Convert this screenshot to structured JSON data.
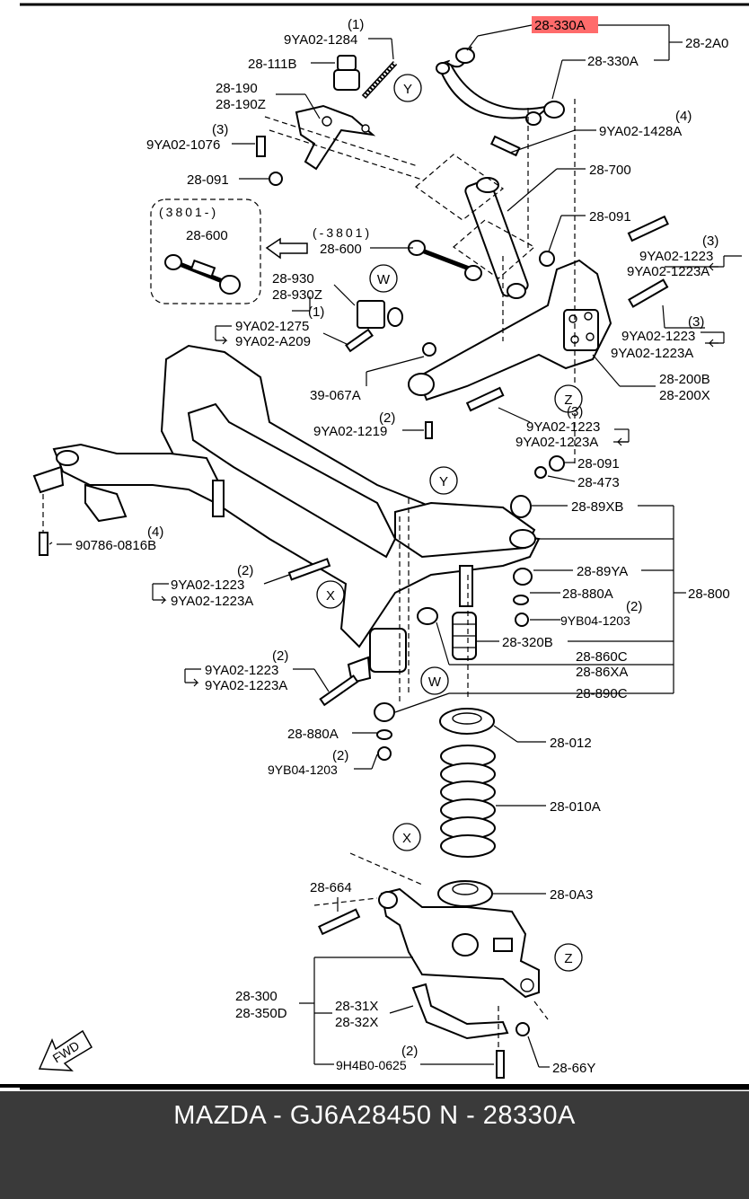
{
  "diagram": {
    "highlight_color": "#ff6b6b",
    "callouts": {
      "y": "Y",
      "w": "W",
      "x": "X",
      "z": "Z"
    },
    "labels": {
      "p28_330A_hl": "28-330A",
      "p28_2A0": "28-2A0",
      "p28_330A": "28-330A",
      "q1a": "(1)",
      "p9YA02_1284": "9YA02-1284",
      "p28_111B": "28-111B",
      "p28_190": "28-190",
      "p28_190Z": "28-190Z",
      "q3a": "(3)",
      "p9YA02_1076": "9YA02-1076",
      "p28_091a": "28-091",
      "q4a": "(4)",
      "p9YA02_1428A": "9YA02-1428A",
      "p28_700": "28-700",
      "p28_091b": "28-091",
      "range1": "(3801-)",
      "p28_600a": "28-600",
      "range2": "(-3801)",
      "p28_600b": "28-600",
      "q3b": "(3)",
      "p9YA02_1223a": "9YA02-1223",
      "p9YA02_1223Aa": "9YA02-1223A",
      "p28_930": "28-930",
      "p28_930Z": "28-930Z",
      "q1b": "(1)",
      "p9YA02_1275": "9YA02-1275",
      "p9YA02_A209": "9YA02-A209",
      "q3c": "(3)",
      "p9YA02_1223b": "9YA02-1223",
      "p9YA02_1223Ab": "9YA02-1223A",
      "p28_200B": "28-200B",
      "p28_200X": "28-200X",
      "p39_067A": "39-067A",
      "q2a": "(2)",
      "p9YA02_1219": "9YA02-1219",
      "q3d": "(3)",
      "p9YA02_1223c": "9YA02-1223",
      "p9YA02_1223Ac": "9YA02-1223A",
      "p28_091c": "28-091",
      "p28_473": "28-473",
      "p28_89XB": "28-89XB",
      "q4b": "(4)",
      "p90786_0816B": "90786-0816B",
      "q2b": "(2)",
      "p9YA02_1223d": "9YA02-1223",
      "p9YA02_1223Ad": "9YA02-1223A",
      "p28_89YA": "28-89YA",
      "p28_880Aa": "28-880A",
      "p28_800": "28-800",
      "q2c": "(2)",
      "p9YB04_1203a": "9YB04-1203",
      "p28_320B": "28-320B",
      "q2d": "(2)",
      "p9YA02_1223e": "9YA02-1223",
      "p9YA02_1223Ae": "9YA02-1223A",
      "p28_860C": "28-860C",
      "p28_86XA": "28-86XA",
      "p28_890C": "28-890C",
      "p28_880Ab": "28-880A",
      "p28_012": "28-012",
      "q2e": "(2)",
      "p9YB04_1203b": "9YB04-1203",
      "p28_010A": "28-010A",
      "p28_664": "28-664",
      "p28_0A3": "28-0A3",
      "p28_300": "28-300",
      "p28_350D": "28-350D",
      "p28_31X": "28-31X",
      "p28_32X": "28-32X",
      "q2f": "(2)",
      "p9H4B0_0625": "9H4B0-0625",
      "p28_66Y": "28-66Y",
      "fwd": "FWD"
    }
  },
  "footer": {
    "text": "MAZDA - GJ6A28450   N - 28330A",
    "background": "#3a3a3a"
  }
}
